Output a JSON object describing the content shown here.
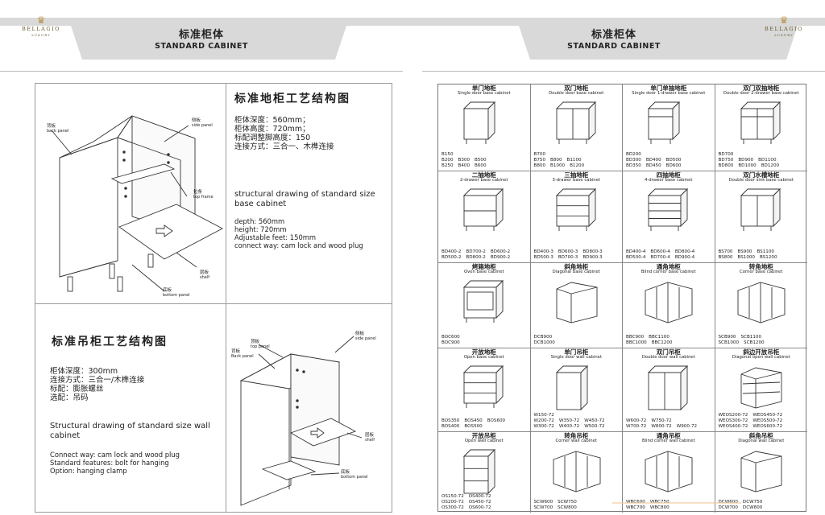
{
  "header": {
    "left_title_zh": "标准柜体",
    "left_title_en": "STANDARD CABINET",
    "right_title_zh": "标准柜体",
    "right_title_en": "STANDARD CABINET",
    "logo_brand": "BELLAGIO",
    "logo_sub": "LUXURY"
  },
  "base_cabinet": {
    "title_zh": "标准地柜工艺结构图",
    "spec_zh": [
      "柜体深度：560mm；",
      "柜体高度：720mm；",
      "标配调整脚高度：150",
      "连接方式：三合一、木榫连接"
    ],
    "title_en": "structural drawing of standard size base cabinet",
    "spec_en": [
      "depth: 560mm",
      "height: 720mm",
      "Adjustable feet: 150mm",
      "connect way: cam  lock and wood plug"
    ],
    "labels": {
      "back_zh": "背板",
      "back_en": "back panel",
      "side_zh": "侧板",
      "side_en": "side panel",
      "top_zh": "拉条",
      "top_en": "top frame",
      "shelf_zh": "层板",
      "shelf_en": "shelf",
      "bottom_zh": "底板",
      "bottom_en": "bottom panel"
    }
  },
  "wall_cabinet": {
    "title_zh": "标准吊柜工艺结构图",
    "spec_zh": [
      "柜体深度：300mm",
      "连接方式：三合一/木榫连接",
      "标配：膨胀螺丝",
      "选配：吊码"
    ],
    "title_en": "Structural drawing of standard size wall cabinet",
    "spec_en": [
      "Connect way: cam  lock and wood plug",
      "Standard features: bolt  for  hanging",
      "Option: hanging clamp"
    ],
    "labels": {
      "top_zh": "顶板",
      "top_en": "top panel",
      "back_zh": "背板",
      "back_en": "Back panel",
      "side_zh": "侧板",
      "side_en": "side panel",
      "shelf_zh": "层板",
      "shelf_en": "shelf",
      "bottom_zh": "底板",
      "bottom_en": "bottom panel"
    }
  },
  "catalog": [
    {
      "zh": "单门地柜",
      "en": "Single door base cabinet",
      "kind": "base1",
      "codes": [
        [
          "B150"
        ],
        [
          "B200",
          "B300",
          "B500"
        ],
        [
          "B250",
          "B400",
          "B600"
        ]
      ]
    },
    {
      "zh": "双门地柜",
      "en": "Double door base cabinet",
      "kind": "base2",
      "codes": [
        [
          "B700"
        ],
        [
          "B750",
          "B800",
          "B1100"
        ],
        [
          "B800",
          "B1000",
          "B1200"
        ]
      ]
    },
    {
      "zh": "单门单抽地柜",
      "en": "Single door 1-drawer base cabinet",
      "kind": "base1d",
      "codes": [
        [
          "BD200"
        ],
        [
          "BD300",
          "BD400",
          "BD500"
        ],
        [
          "BD350",
          "BD450",
          "BD600"
        ]
      ]
    },
    {
      "zh": "双门双抽地柜",
      "en": "Double door 2-drawer base cabinet",
      "kind": "base2d",
      "codes": [
        [
          "BD700"
        ],
        [
          "BD750",
          "BD900",
          "BD1100"
        ],
        [
          "BD800",
          "BD1000",
          "BD1200"
        ]
      ]
    },
    {
      "zh": "二抽地柜",
      "en": "2-drawer base cabinet",
      "kind": "drawer2",
      "codes": [
        [
          "BD400-2",
          "BD700-2",
          "BD600-2"
        ],
        [
          "BD500-2",
          "BD800-2",
          "BD900-2"
        ]
      ]
    },
    {
      "zh": "三抽地柜",
      "en": "3-drawer base cabinet",
      "kind": "drawer3",
      "codes": [
        [
          "BD400-3",
          "BD600-3",
          "BD800-3"
        ],
        [
          "BD500-3",
          "BD700-3",
          "BD900-3"
        ]
      ]
    },
    {
      "zh": "四抽地柜",
      "en": "4-drawer base cabinet",
      "kind": "drawer4",
      "codes": [
        [
          "BD400-4",
          "BD600-4",
          "BD800-4"
        ],
        [
          "BD500-4",
          "BD700-4",
          "BD900-4"
        ]
      ]
    },
    {
      "zh": "双门水槽地柜",
      "en": "Double door sink base cabinet",
      "kind": "sink",
      "codes": [
        [
          "BS700",
          "BS900",
          "BS1100"
        ],
        [
          "BS800",
          "BS1000",
          "BS1200"
        ]
      ]
    },
    {
      "zh": "烤箱地柜",
      "en": "Oven base cabinet",
      "kind": "oven",
      "codes": [
        [
          "BOC600"
        ],
        [
          "BOC900"
        ]
      ]
    },
    {
      "zh": "斜角地柜",
      "en": "Diagonal base cabinet",
      "kind": "diag",
      "codes": [
        [
          "DCB900"
        ],
        [
          "DCB1000"
        ]
      ]
    },
    {
      "zh": "通角地柜",
      "en": "Blind corner base cabinet",
      "kind": "blind",
      "codes": [
        [
          "BBC900",
          "BBC1100"
        ],
        [
          "BBC1000",
          "BBC1200"
        ]
      ]
    },
    {
      "zh": "转角地柜",
      "en": "Corner base cabinet",
      "kind": "corner",
      "codes": [
        [
          "SCB900",
          "SCB1100"
        ],
        [
          "SCB1000",
          "SCB1200"
        ]
      ]
    },
    {
      "zh": "开放地柜",
      "en": "Open base cabinet",
      "kind": "openbase",
      "codes": [
        [
          "BOS350",
          "BOS450",
          "BOS600"
        ],
        [
          "BOS400",
          "BOS500"
        ]
      ]
    },
    {
      "zh": "单门吊柜",
      "en": "Single door wall cabinet",
      "kind": "wall1",
      "codes": [
        [
          "W150-72"
        ],
        [
          "W200-72",
          "W350-72",
          "W450-72"
        ],
        [
          "W300-72",
          "W400-72",
          "W500-72"
        ]
      ]
    },
    {
      "zh": "双门吊柜",
      "en": "Double door wall cabinet",
      "kind": "wall2",
      "codes": [
        [
          "W600-72",
          "W750-72"
        ],
        [
          "W700-72",
          "W800-72",
          "W900-72"
        ]
      ]
    },
    {
      "zh": "斜边开放吊柜",
      "en": "Diagonal  open wall cabinet",
      "kind": "diagopen",
      "codes": [
        [
          "WEOS200-72",
          "WEOS450-72"
        ],
        [
          "WEOS300-72",
          "WEOS500-72"
        ],
        [
          "WEOS400-72",
          "WEOS600-72"
        ]
      ]
    },
    {
      "zh": "开放吊柜",
      "en": "Open wall cabinet",
      "kind": "openwall",
      "codes": [
        [
          "OS150-72",
          "OS400-72"
        ],
        [
          "OS200-72",
          "OS450-72"
        ],
        [
          "OS300-72",
          "OS600-72"
        ]
      ]
    },
    {
      "zh": "转角吊柜",
      "en": "Corner wall cabinet",
      "kind": "cornerwall",
      "codes": [
        [
          "SCW600",
          "SCW750"
        ],
        [
          "SCW700",
          "SCW800"
        ]
      ]
    },
    {
      "zh": "通角吊柜",
      "en": "Blind corner wall cabinet",
      "kind": "blindwall",
      "codes": [
        [
          "WBC600",
          "WBC750"
        ],
        [
          "WBC700",
          "WBC800"
        ]
      ]
    },
    {
      "zh": "斜角吊柜",
      "en": "Diagonal wall cabinet",
      "kind": "diagwall",
      "codes": [
        [
          "DCW600",
          "DCW750"
        ],
        [
          "DCW700",
          "DCW800"
        ]
      ]
    }
  ]
}
